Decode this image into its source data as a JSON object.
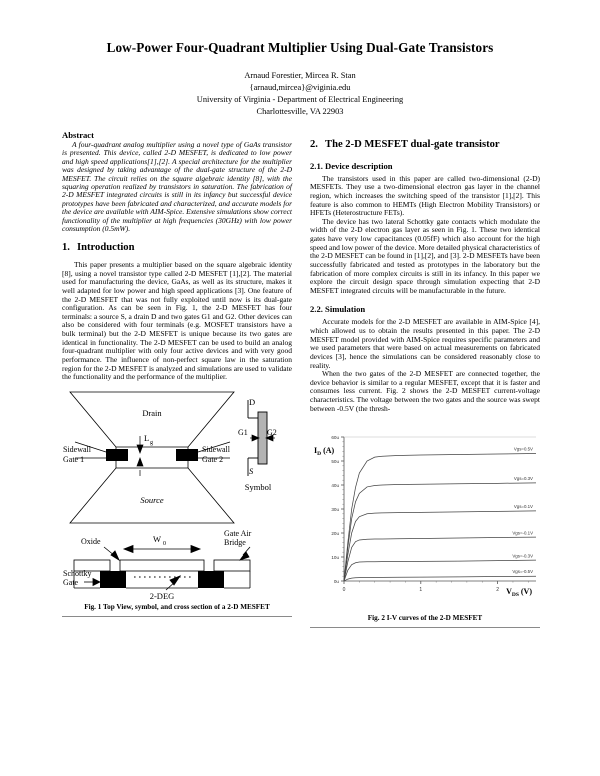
{
  "document": {
    "title": "Low-Power Four-Quadrant Multiplier Using Dual-Gate Transistors",
    "authors": "Arnaud Forestier, Mircea R. Stan",
    "email": "{arnaud,mircea}@viginia.edu",
    "affiliation": "University of Virginia - Department of Electrical Engineering",
    "address": "Charlottesville, VA 22903"
  },
  "left_column": {
    "abstract_heading": "Abstract",
    "abstract_text": "A four-quadrant analog multiplier using a novel type of GaAs transistor is presented. This device, called 2-D MESFET, is dedicated to low power and high speed applications[1],[2]. A special architecture for the multiplier was designed by taking advantage of the dual-gate structure of the 2-D MESFET. The circuit relies on the square algebraic identity [8], with the squaring operation realized by transistors in saturation. The fabrication of 2-D MESFET integrated circuits is still in its infancy but successful device prototypes have been fabricated and characterized, and accurate models for the device are available with AIM-Spice. Extensive simulations show correct functionality of the multiplier at high frequencies (30GHz) with low power consumption (0.5mW).",
    "intro_number": "1.",
    "intro_heading": "Introduction",
    "intro_text": "This paper presents a multiplier based on the square algebraic identity [8], using a novel transistor type called 2-D MESFET [1],[2]. The material used for manufacturing the device, GaAs, as well as its structure, makes it well adapted for low power and high speed applications [3]. One feature of the 2-D MESFET that was not fully exploited until now is its dual-gate configuration. As can be seen in Fig. 1, the 2-D MESFET has four terminals: a source S, a drain D and two gates G1 and G2. Other devices can also be considered with four terminals (e.g. MOSFET transistors have a bulk terminal) but the 2-D MESFET is unique because its two gates are identical in functionality. The 2-D MESFET can be used to build an analog four-quadrant multiplier with only four active devices and with very good performance. The influence of non-perfect square law in the saturation region for the 2-D MESFET is analyzed and simulations are used to validate the functionality and the performance of the multiplier."
  },
  "right_column": {
    "sec2_number": "2.",
    "sec2_heading": "The 2-D MESFET dual-gate transistor",
    "sec21_heading": "2.1. Device description",
    "sec21_p1": "The transistors used in this paper are called two-dimensional (2-D) MESFETs. They use a two-dimensional electron gas layer in the channel region, which increases the switching speed of the transistor [1],[2]. This feature is also common to HEMTs (High Electron Mobility Transistors) or HFETs (Heterostructure FETs).",
    "sec21_p2": "The device has two lateral Schottky gate contacts which modulate the width of the 2-D electron gas layer as seen in Fig. 1. These two identical gates have very low capacitances (0.05fF) which also account for the high speed and low power of the device. More detailed physical characteristics of the 2-D MESFET can be found in [1],[2], and [3]. 2-D MESFETs have been successfully fabricated and tested as prototypes in the laboratory but the fabrication of more complex circuits is still in its infancy. In this paper we explore the circuit design space through simulation expecting that 2-D MESFET integrated circuits will be manufacturable in the future.",
    "sec22_heading": "2.2. Simulation",
    "sec22_p1": "Accurate models for the 2-D MESFET are available in AIM-Spice [4], which allowed us to obtain the results presented in this paper. The 2-D MESFET model provided with AIM-Spice requires specific parameters and we used parameters that were based on actual measurements on fabricated devices [3], hence the simulations can be considered reasonably close to reality.",
    "sec22_p2": "When the two gates of the 2-D MESFET are connected together, the device behavior is similar to a regular MESFET, except that it is faster and consumes less current. Fig. 2 shows the 2-D MESFET current-voltage characteristics. The voltage between the two gates and the source was swept between -0.5V (the thresh-"
  },
  "figure1": {
    "caption": "Fig. 1 Top View, symbol, and cross section of a 2-D MESFET",
    "labels": {
      "drain": "Drain",
      "source": "Source",
      "sidewall_gate1_line1": "Sidewall",
      "sidewall_gate1_line2": "Gate 1",
      "sidewall_gate2_line1": "Sidewall",
      "sidewall_gate2_line2": "Gate 2",
      "lg": "L",
      "lg_sub": "g",
      "symbol_d": "D",
      "symbol_s": "S",
      "symbol_g1": "G1",
      "symbol_g2": "G2",
      "symbol_title": "Symbol",
      "oxide": "Oxide",
      "w0": "W",
      "w0_sub": "0",
      "gate_air_bridge_line1": "Gate Air",
      "gate_air_bridge_line2": "Bridge",
      "schottky_line1": "Schottky",
      "schottky_line2": "Gate",
      "two_deg": "2-DEG"
    }
  },
  "figure2": {
    "caption": "Fig. 2 I-V curves of the 2-D MESFET"
  },
  "chart_data": {
    "type": "line",
    "title": "Fig. 2 I-V curves of the 2-D MESFET",
    "xlabel": "V_DS (V)",
    "ylabel": "I_D (A)",
    "xlim": [
      0,
      2.5
    ],
    "ylim": [
      0,
      60
    ],
    "xticks": [
      "0",
      "1",
      "2"
    ],
    "xtick_values": [
      0,
      1,
      2
    ],
    "yticks": [
      "0u",
      "10u",
      "20u",
      "30u",
      "40u",
      "50u",
      "60u"
    ],
    "ytick_values": [
      0,
      10,
      20,
      30,
      40,
      50,
      60
    ],
    "y_unit": "microamp",
    "grid": false,
    "legend_position": "inline-right",
    "series": [
      {
        "name": "Vgs=0.5V",
        "saturation_current": 52.5,
        "x": [
          0,
          0.05,
          0.1,
          0.15,
          0.2,
          0.3,
          0.4,
          0.5,
          0.7,
          1.0,
          1.5,
          2.0,
          2.5
        ],
        "values": [
          0,
          16,
          30,
          39,
          45,
          50,
          51.6,
          52.0,
          52.3,
          52.5,
          52.7,
          52.9,
          53.1
        ]
      },
      {
        "name": "Vgs=0.3V",
        "saturation_current": 40.2,
        "x": [
          0,
          0.05,
          0.1,
          0.15,
          0.2,
          0.3,
          0.4,
          0.5,
          0.7,
          1.0,
          1.5,
          2.0,
          2.5
        ],
        "values": [
          0,
          14,
          26,
          33,
          36.5,
          39.2,
          39.8,
          40.0,
          40.2,
          40.3,
          40.5,
          40.7,
          40.9
        ]
      },
      {
        "name": "Vgs=0.1V",
        "saturation_current": 28.5,
        "x": [
          0,
          0.05,
          0.1,
          0.15,
          0.2,
          0.3,
          0.4,
          0.5,
          0.7,
          1.0,
          1.5,
          2.0,
          2.5
        ],
        "values": [
          0,
          11,
          20,
          24.8,
          26.8,
          28.0,
          28.3,
          28.4,
          28.5,
          28.6,
          28.8,
          29.0,
          29.2
        ]
      },
      {
        "name": "Vgs=-0.1V",
        "saturation_current": 17.5,
        "x": [
          0,
          0.05,
          0.1,
          0.15,
          0.2,
          0.3,
          0.4,
          0.5,
          0.7,
          1.0,
          1.5,
          2.0,
          2.5
        ],
        "values": [
          0,
          8,
          14,
          16.4,
          17.1,
          17.4,
          17.5,
          17.5,
          17.6,
          17.7,
          17.9,
          18.1,
          18.3
        ]
      },
      {
        "name": "Vgs=-0.3V",
        "saturation_current": 8.0,
        "x": [
          0,
          0.05,
          0.1,
          0.15,
          0.2,
          0.3,
          0.4,
          0.5,
          0.7,
          1.0,
          1.5,
          2.0,
          2.5
        ],
        "values": [
          0,
          4.5,
          6.8,
          7.6,
          7.9,
          8.0,
          8.0,
          8.1,
          8.1,
          8.2,
          8.3,
          8.5,
          8.7
        ]
      },
      {
        "name": "Vgs=-0.5V",
        "saturation_current": 1.5,
        "x": [
          0,
          0.05,
          0.1,
          0.15,
          0.2,
          0.3,
          0.4,
          0.5,
          0.7,
          1.0,
          1.5,
          2.0,
          2.5
        ],
        "values": [
          0,
          0.8,
          1.2,
          1.35,
          1.4,
          1.45,
          1.5,
          1.5,
          1.55,
          1.6,
          1.7,
          1.85,
          2.0
        ]
      }
    ]
  }
}
